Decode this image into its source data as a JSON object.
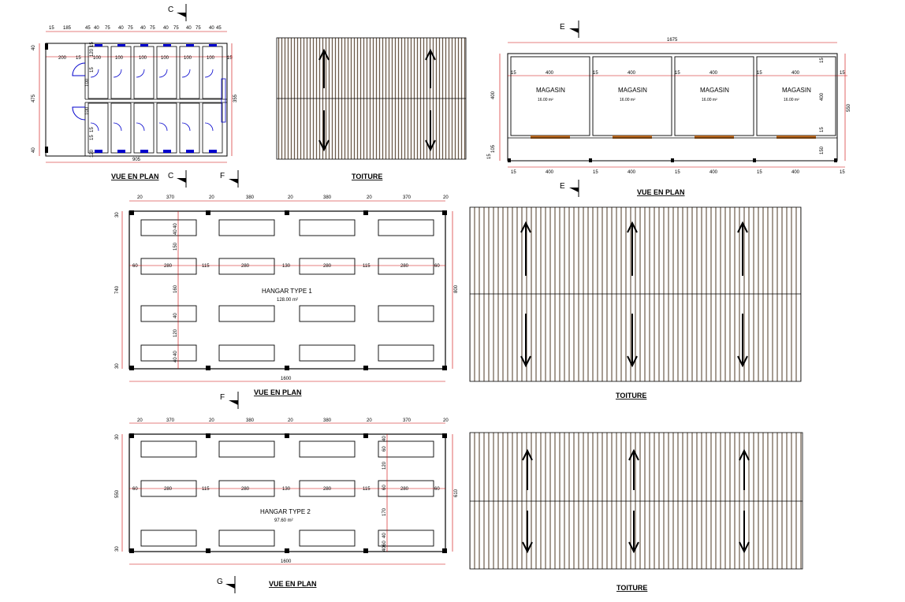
{
  "sections": {
    "c": "C",
    "e": "E",
    "f": "F",
    "g": "G"
  },
  "colors": {
    "wall": "#000000",
    "dimension": "#cc0000",
    "door": "#0000cc",
    "roof_stripe": "#6b5a4a",
    "counter": "#b5651d"
  },
  "latrine": {
    "caption": "VUE EN PLAN",
    "dims_top": [
      "15",
      "185",
      "45",
      "40",
      "75",
      "40",
      "75",
      "40",
      "75",
      "40",
      "75",
      "40",
      "75",
      "40",
      "45"
    ],
    "dims_row2": [
      "200",
      "15",
      "100",
      "100",
      "100",
      "100",
      "100",
      "100",
      "15"
    ],
    "dims_mid": [
      "100",
      "100"
    ],
    "dims_small": [
      "15",
      "15",
      "120",
      "120",
      "15",
      "15"
    ],
    "dims_left": [
      "40",
      "475",
      "40"
    ],
    "dim_right": "355",
    "dim_bottom": "905"
  },
  "roof_small": {
    "caption": "TOITURE"
  },
  "magasin": {
    "caption": "VUE EN PLAN",
    "dim_total": "1675",
    "units": [
      {
        "name": "MAGASIN",
        "area": "16.00 m²"
      },
      {
        "name": "MAGASIN",
        "area": "16.00 m²"
      },
      {
        "name": "MAGASIN",
        "area": "16.00 m²"
      },
      {
        "name": "MAGASIN",
        "area": "16.00 m²"
      }
    ],
    "dims_top": [
      "15",
      "400",
      "15",
      "400",
      "15",
      "400",
      "15",
      "400",
      "15"
    ],
    "dims_bottom": [
      "15",
      "400",
      "15",
      "400",
      "15",
      "400",
      "15",
      "400",
      "15"
    ],
    "dims_left": [
      "400",
      "105",
      "15"
    ],
    "dims_right": [
      "15",
      "400",
      "15",
      "150"
    ],
    "dim_far_right": "550"
  },
  "hangar1": {
    "title": "HANGAR TYPE 1",
    "area": "128.00 m²",
    "caption": "VUE EN PLAN",
    "dims_top": [
      "20",
      "370",
      "20",
      "380",
      "20",
      "380",
      "20",
      "370",
      "20"
    ],
    "dims_mid": [
      "60",
      "280",
      "115",
      "280",
      "130",
      "280",
      "115",
      "280",
      "60"
    ],
    "dims_vert": [
      "40",
      "40",
      "150",
      "160",
      "40",
      "120",
      "40",
      "40"
    ],
    "dims_left": [
      "30",
      "740",
      "30"
    ],
    "dim_right": "800",
    "dim_bottom": "1600"
  },
  "roof_hangar1": {
    "caption": "TOITURE"
  },
  "hangar2": {
    "title": "HANGAR TYPE 2",
    "area": "97.60 m²",
    "caption": "VUE EN PLAN",
    "dims_top": [
      "20",
      "370",
      "20",
      "380",
      "20",
      "380",
      "20",
      "370",
      "20"
    ],
    "dims_mid": [
      "60",
      "280",
      "115",
      "280",
      "130",
      "280",
      "115",
      "280",
      "60"
    ],
    "dims_vert": [
      "40",
      "60",
      "120",
      "60",
      "170",
      "40",
      "60",
      "40"
    ],
    "dims_left": [
      "30",
      "550",
      "30"
    ],
    "dim_right": "610",
    "dim_bottom": "1600"
  },
  "roof_hangar2": {
    "caption": "TOITURE"
  }
}
